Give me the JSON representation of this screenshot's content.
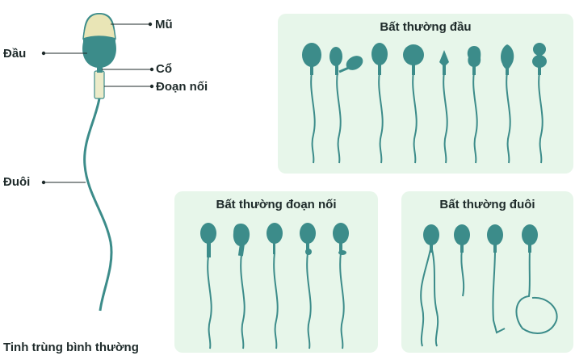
{
  "normal": {
    "cap": "Mũ",
    "head": "Đầu",
    "neck": "Cổ",
    "midpiece": "Đoạn nối",
    "tail": "Đuôi",
    "caption": "Tinh trùng bình thường"
  },
  "panels": {
    "head_abnormal": {
      "title": "Bất thường đầu"
    },
    "midpiece_abnormal": {
      "title": "Bất thường đoạn nối"
    },
    "tail_abnormal": {
      "title": "Bất thường đuôi"
    }
  },
  "colors": {
    "sperm": "#3c8c8a",
    "cap": "#e9e5b6",
    "midpiece": "#ecebc9",
    "panel_bg": "#e7f6ea",
    "label": "#1e2a2a"
  }
}
